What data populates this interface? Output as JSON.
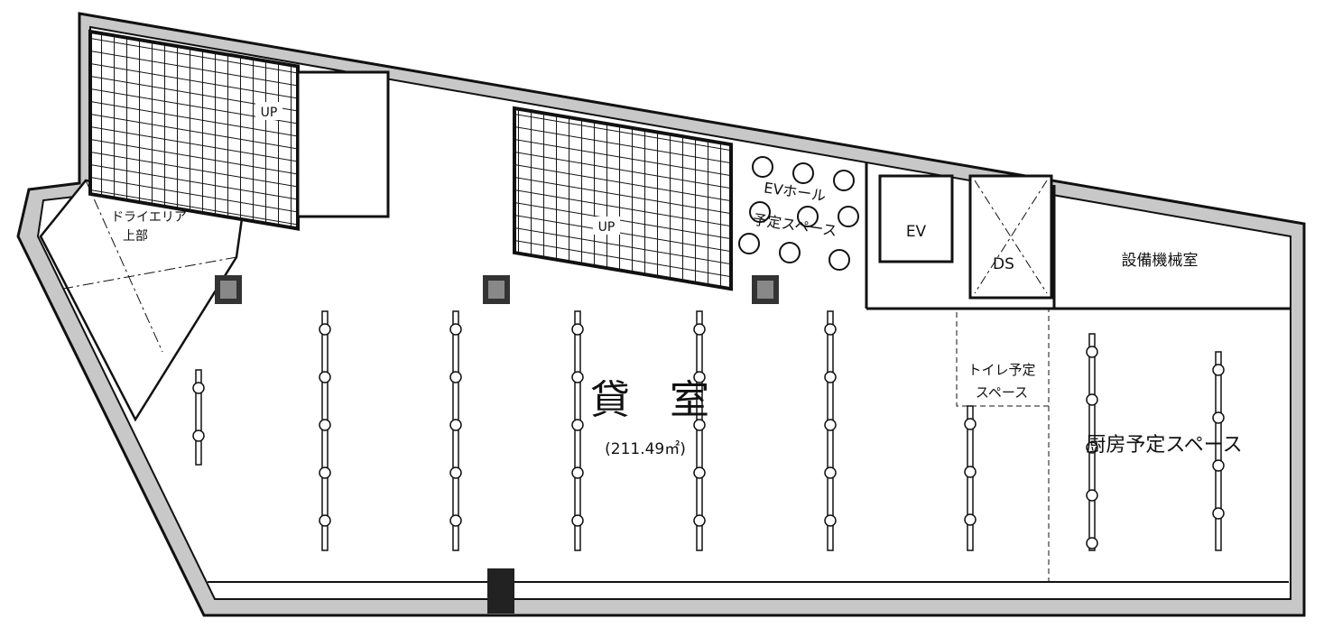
{
  "plan": {
    "dry_area": [
      "ドライエリア",
      "上部"
    ],
    "stair_up_1": "UP",
    "stair_up_2": "UP",
    "ev_hall": [
      "EVホール",
      "予定スペース"
    ],
    "elevator": "EV",
    "duct_space": "DS",
    "machine_room": "設備機械室",
    "rental_room": "貸　室",
    "rental_area": "(211.49㎡)",
    "toilet_space": [
      "トイレ予定",
      "スペース"
    ],
    "kitchen_space": "厨房予定スペース"
  },
  "colors": {
    "ink": "#111111",
    "wall_fill": "#bdbdbd",
    "paper": "#ffffff"
  }
}
